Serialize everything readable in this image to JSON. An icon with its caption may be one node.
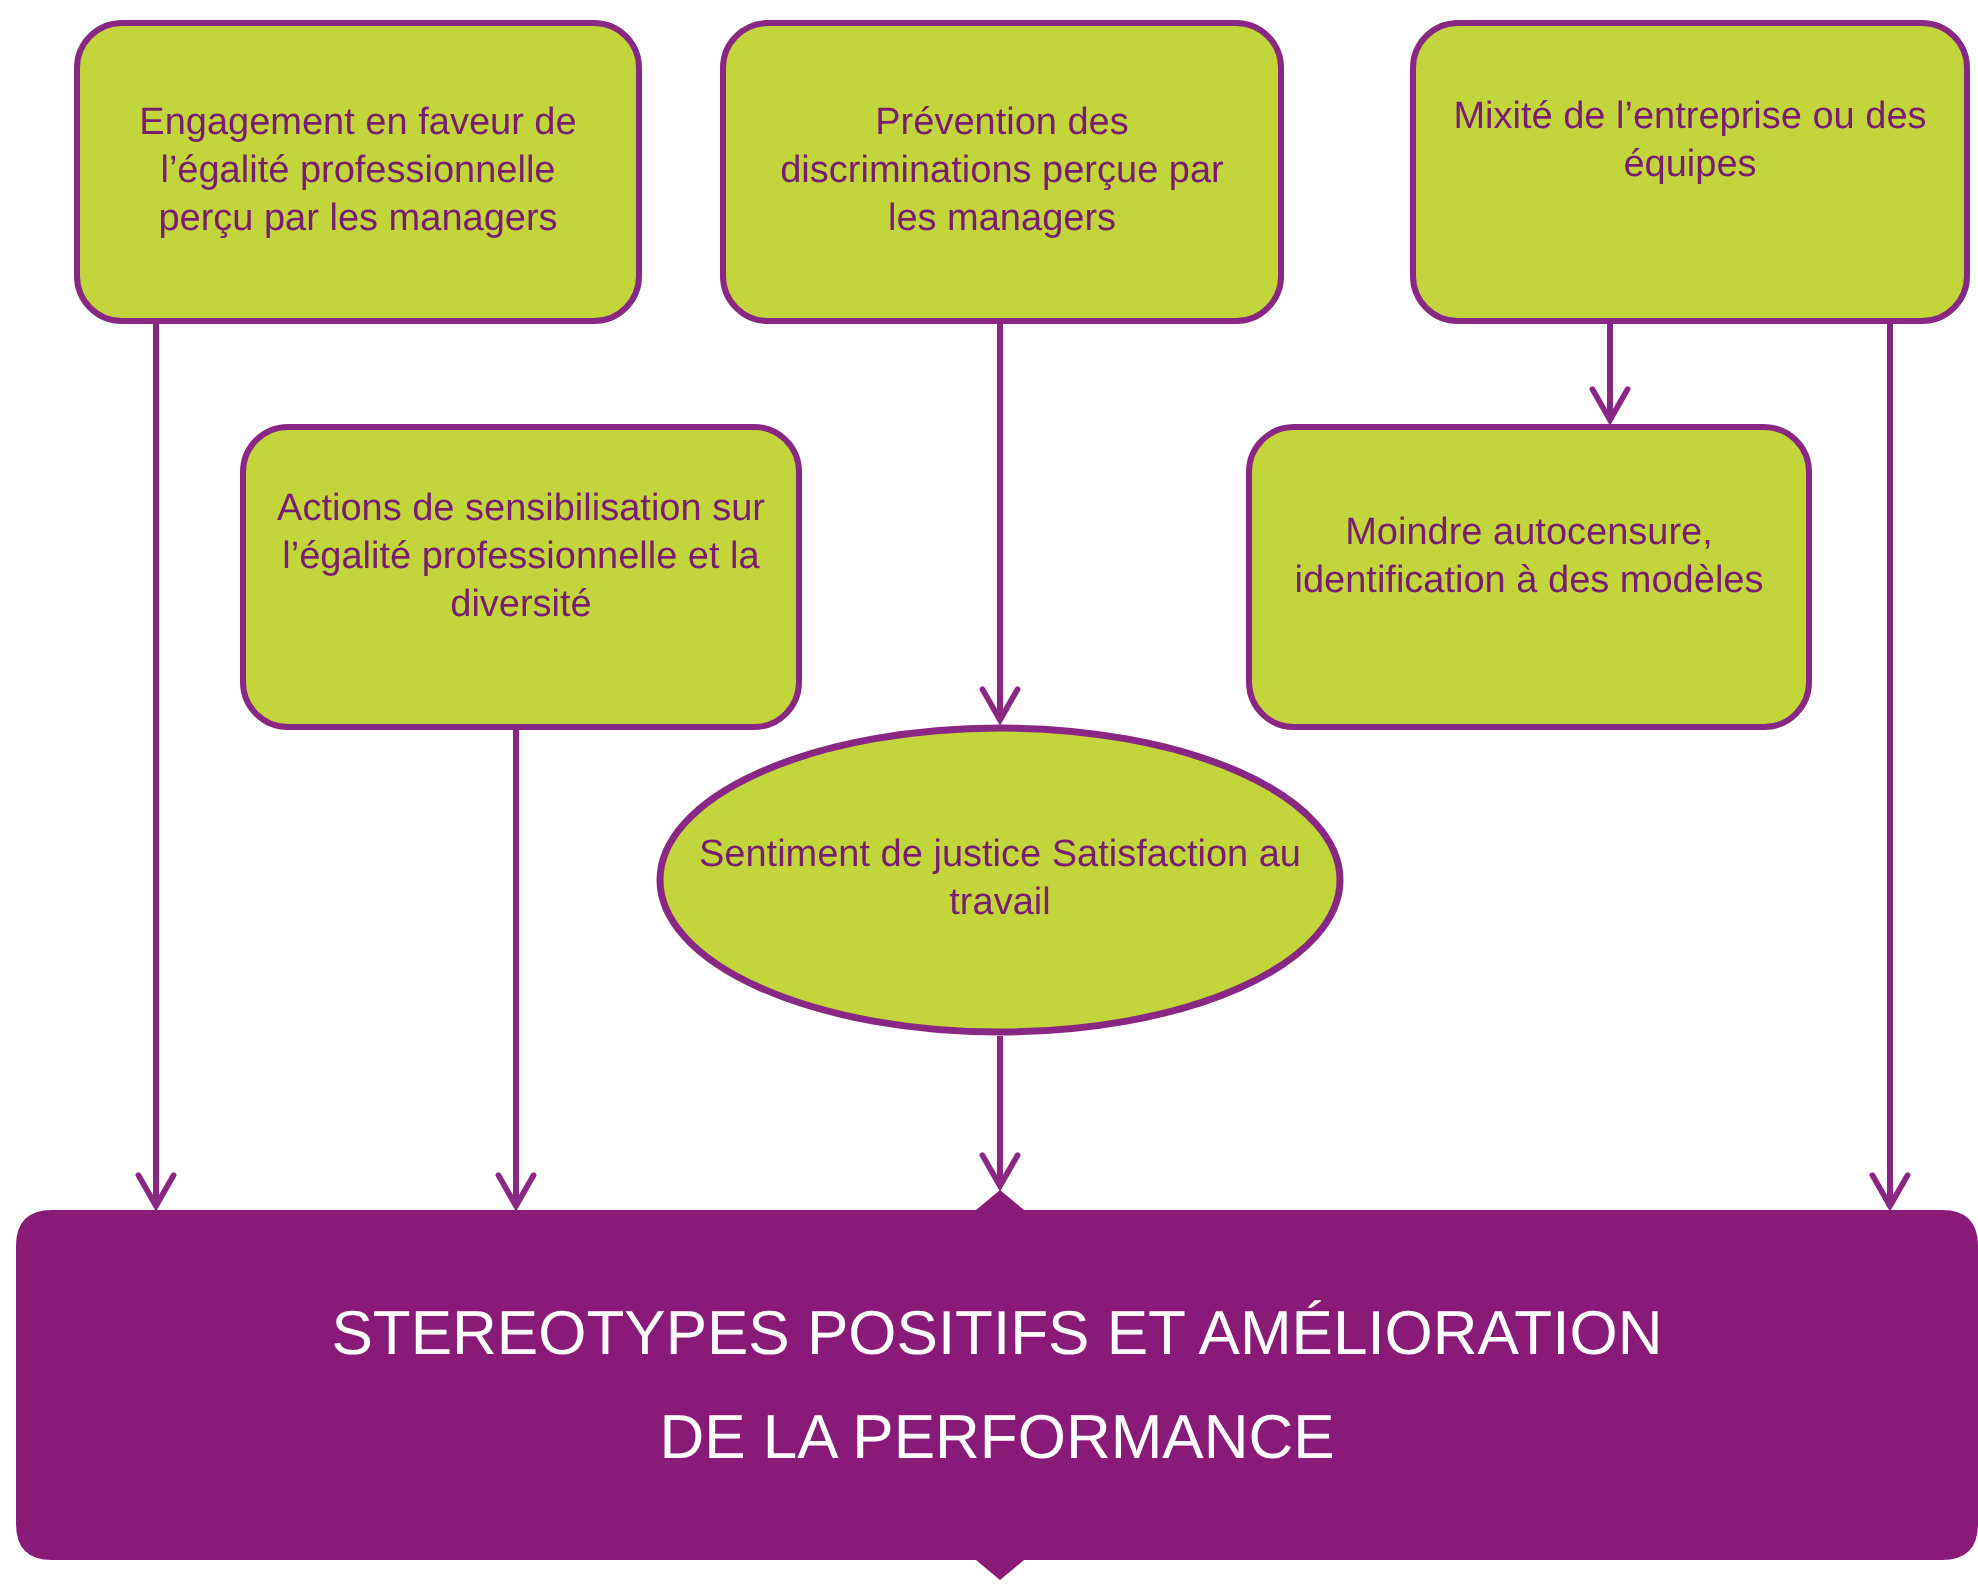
{
  "diagram": {
    "nodes": [
      {
        "text": [
          "Engagement en faveur de l’égalité professionnelle perçu par les managers"
        ]
      },
      {
        "text": [
          "Prévention des discriminations perçue par les managers"
        ]
      },
      {
        "text": [
          "Mixité de l’entreprise ou des équipes"
        ]
      },
      {
        "text": [
          "Actions de sensibilisation sur l’égalité professionnelle et la diversité"
        ]
      },
      {
        "text": [
          "Moindre autocensure, identification à des modèles"
        ]
      },
      {
        "text": [
          "Sentiment de justice Satisfaction au travail"
        ]
      },
      {
        "text": [
          "STEREOTYPES POSITIFS ET AMÉLIORATION DE LA PERFORMANCE"
        ]
      }
    ],
    "edges": [
      {
        "from": 0,
        "to": 6,
        "arrow": "to"
      },
      {
        "from": 1,
        "to": 5,
        "arrow": "to"
      },
      {
        "from": 2,
        "to": 4,
        "arrow": "to"
      },
      {
        "from": 2,
        "to": 6,
        "arrow": "to"
      },
      {
        "from": 3,
        "to": 6,
        "arrow": "to"
      },
      {
        "from": 5,
        "to": 6,
        "arrow": "to"
      }
    ]
  }
}
